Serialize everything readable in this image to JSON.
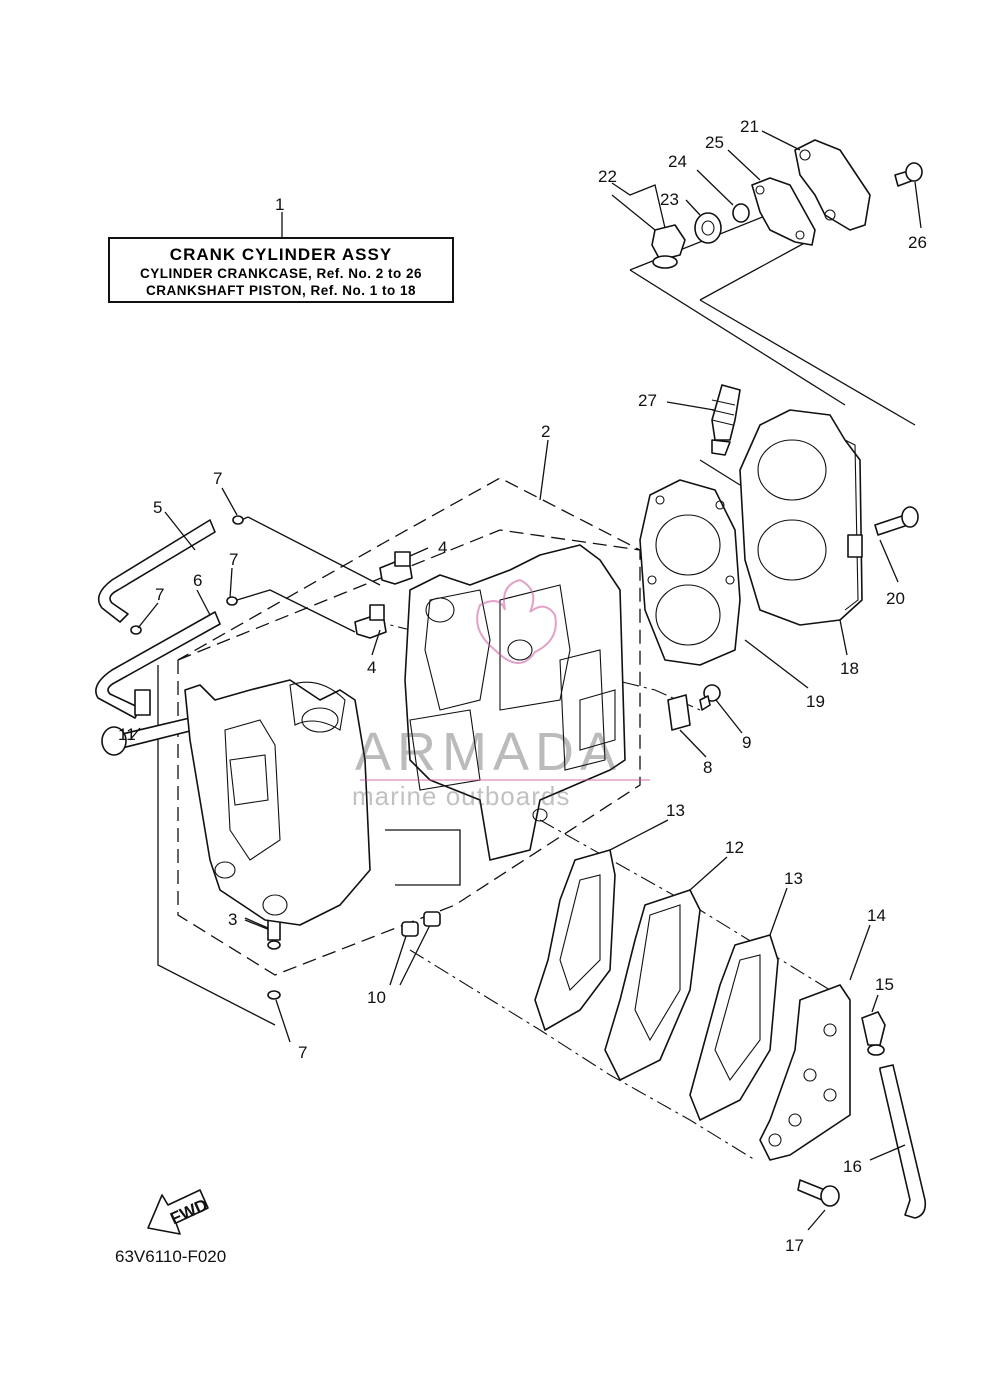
{
  "kit_box": {
    "title": "CRANK  CYLINDER ASSY",
    "line1": "CYLINDER CRANKCASE,  Ref.  No.  2  to  26",
    "line2": "CRANKSHAFT PISTON,  Ref.  No.  1  to  18"
  },
  "callouts": [
    "1",
    "2",
    "3",
    "4",
    "4",
    "5",
    "6",
    "7",
    "7",
    "7",
    "7",
    "8",
    "9",
    "10",
    "11",
    "12",
    "13",
    "13",
    "14",
    "15",
    "16",
    "17",
    "18",
    "19",
    "20",
    "21",
    "22",
    "23",
    "24",
    "25",
    "26",
    "27"
  ],
  "fwd_label": "FWD",
  "diagram_code": "63V6110-F020",
  "watermark": {
    "brand": "ARMADA",
    "subtitle": "marine outboards",
    "color": "#cc5599"
  }
}
